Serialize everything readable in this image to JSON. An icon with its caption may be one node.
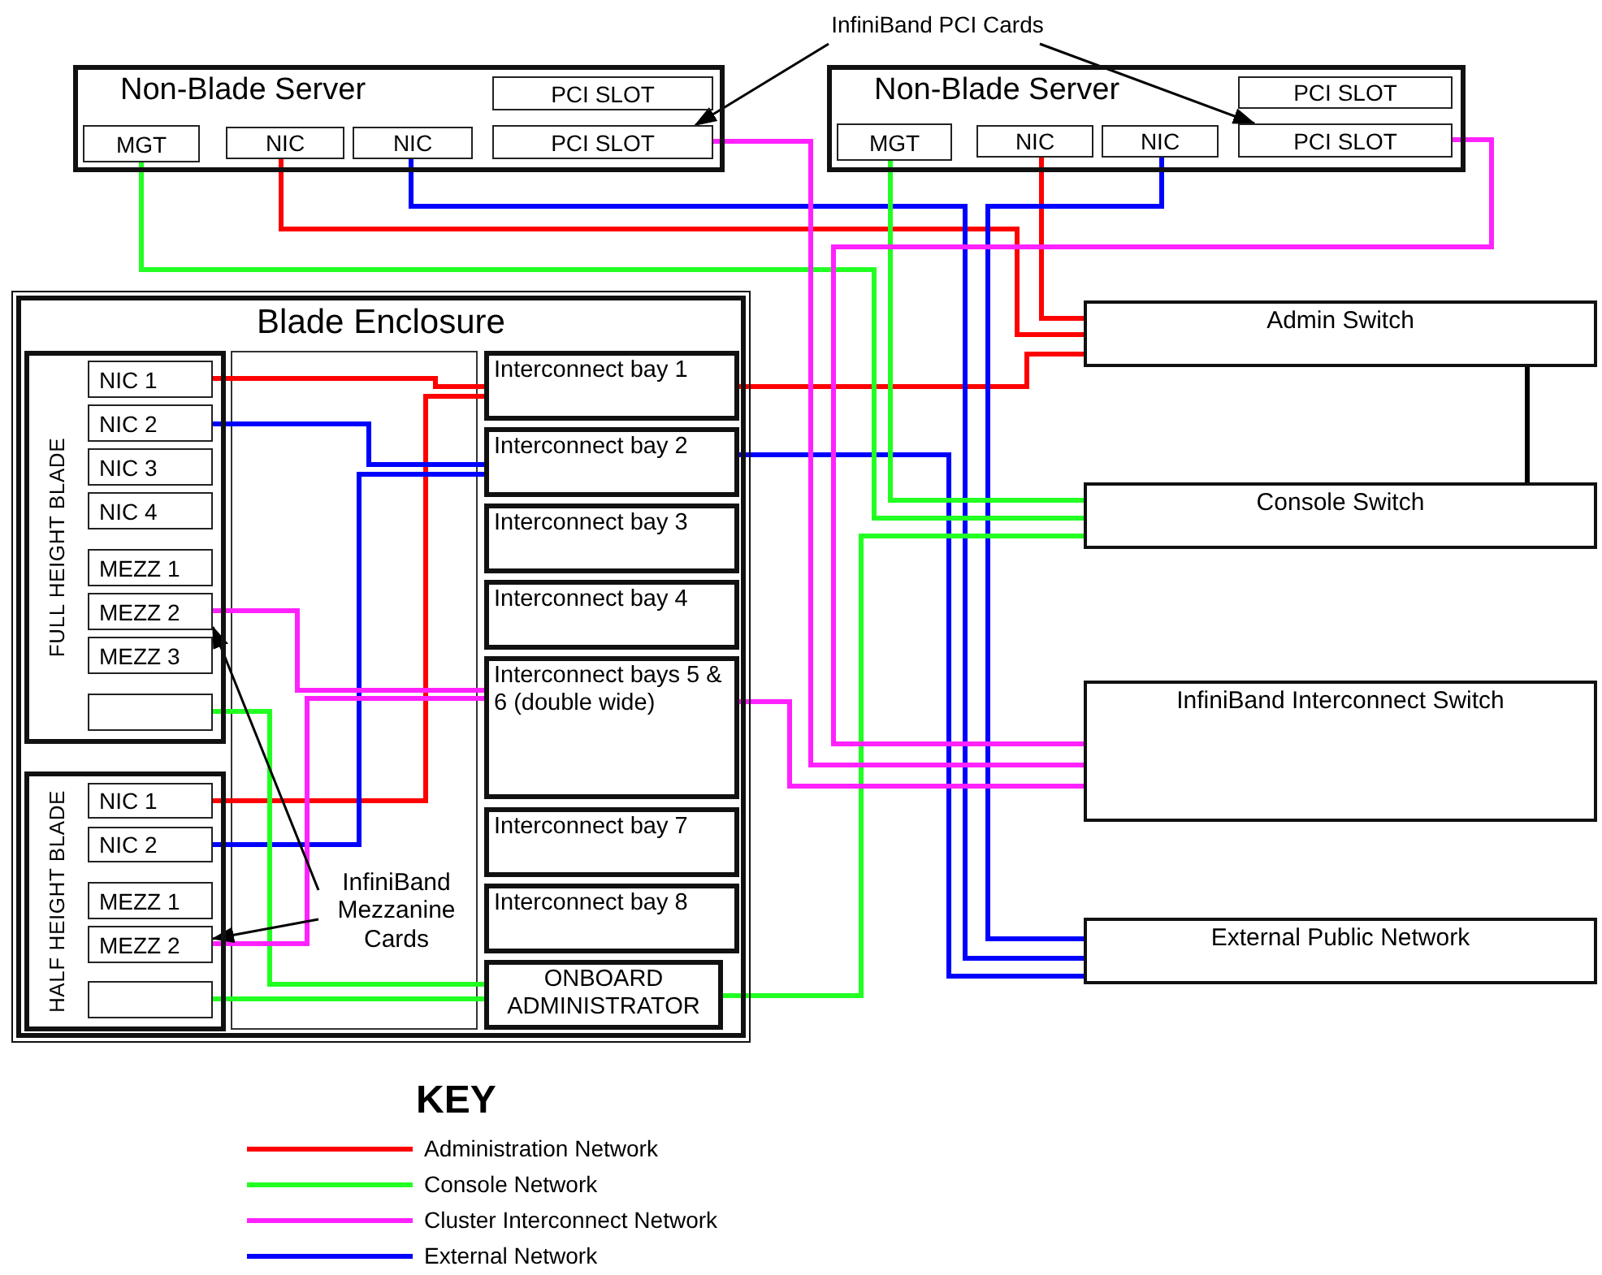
{
  "diagram": {
    "nodes": [
      {
        "text": [
          "Non-Blade Server"
        ]
      },
      {
        "text": [
          "PCI SLOT"
        ],
        "in": 0
      },
      {
        "text": [
          "MGT"
        ],
        "in": 0
      },
      {
        "text": [
          "NIC"
        ],
        "in": 0
      },
      {
        "text": [
          "NIC"
        ],
        "in": 0
      },
      {
        "text": [
          "PCI SLOT"
        ],
        "in": 0
      },
      {
        "text": [
          "Non-Blade Server"
        ]
      },
      {
        "text": [
          "PCI SLOT"
        ],
        "in": 6
      },
      {
        "text": [
          "MGT"
        ],
        "in": 6
      },
      {
        "text": [
          "NIC"
        ],
        "in": 6
      },
      {
        "text": [
          "NIC"
        ],
        "in": 6
      },
      {
        "text": [
          "PCI SLOT"
        ],
        "in": 6
      },
      {
        "text": [
          "Blade Enclosure"
        ]
      },
      {
        "text": [
          "FULL HEIGHT BLADE"
        ],
        "in": 12
      },
      {
        "text": [
          "NIC 1"
        ],
        "in": 13
      },
      {
        "text": [
          "NIC 2"
        ],
        "in": 13
      },
      {
        "text": [
          "NIC 3"
        ],
        "in": 13
      },
      {
        "text": [
          "NIC 4"
        ],
        "in": 13
      },
      {
        "text": [
          "MEZZ 1"
        ],
        "in": 13
      },
      {
        "text": [
          "MEZZ 2"
        ],
        "in": 13
      },
      {
        "text": [
          "MEZZ 3"
        ],
        "in": 13
      },
      {
        "text": [],
        "shape": "box",
        "in": 13
      },
      {
        "text": [
          "HALF HEIGHT BLADE"
        ],
        "in": 12
      },
      {
        "text": [
          "NIC 1"
        ],
        "in": 22
      },
      {
        "text": [
          "NIC 2"
        ],
        "in": 22
      },
      {
        "text": [
          "MEZZ 1"
        ],
        "in": 22
      },
      {
        "text": [
          "MEZZ 2"
        ],
        "in": 22
      },
      {
        "text": [],
        "shape": "box",
        "in": 22
      },
      {
        "text": [
          "Interconnect bay 1"
        ],
        "in": 12
      },
      {
        "text": [
          "Interconnect bay 2"
        ],
        "in": 12
      },
      {
        "text": [
          "Interconnect bay 3"
        ],
        "in": 12
      },
      {
        "text": [
          "Interconnect bay 4"
        ],
        "in": 12
      },
      {
        "text": [
          "Interconnect bays 5 & 6 (double wide)"
        ],
        "in": 12
      },
      {
        "text": [
          "Interconnect bay 7"
        ],
        "in": 12
      },
      {
        "text": [
          "Interconnect bay 8"
        ],
        "in": 12
      },
      {
        "text": [
          "ONBOARD ADMINISTRATOR"
        ],
        "in": 12
      },
      {
        "text": [
          "Admin Switch"
        ]
      },
      {
        "text": [
          "Console Switch"
        ]
      },
      {
        "text": [
          "InfiniBand Interconnect Switch"
        ]
      },
      {
        "text": [
          "External Public Network"
        ]
      },
      {
        "text": [
          "InfiniBand PCI Cards"
        ]
      },
      {
        "text": [
          "InfiniBand Mezzanine Cards"
        ],
        "in": 12
      }
    ],
    "edges": [
      {
        "from": 3,
        "to": 36,
        "arrow": "none",
        "color": "#ff0000"
      },
      {
        "from": 9,
        "to": 36,
        "arrow": "none",
        "color": "#ff0000"
      },
      {
        "from": 28,
        "to": 36,
        "arrow": "none",
        "color": "#ff0000"
      },
      {
        "from": 14,
        "to": 28,
        "arrow": "none",
        "color": "#ff0000"
      },
      {
        "from": 23,
        "to": 28,
        "arrow": "none",
        "color": "#ff0000"
      },
      {
        "from": 4,
        "to": 39,
        "arrow": "none",
        "color": "#0000ff"
      },
      {
        "from": 10,
        "to": 39,
        "arrow": "none",
        "color": "#0000ff"
      },
      {
        "from": 29,
        "to": 39,
        "arrow": "none",
        "color": "#0000ff"
      },
      {
        "from": 15,
        "to": 29,
        "arrow": "none",
        "color": "#0000ff"
      },
      {
        "from": 24,
        "to": 29,
        "arrow": "none",
        "color": "#0000ff"
      },
      {
        "from": 2,
        "to": 37,
        "arrow": "none",
        "color": "#22ff22"
      },
      {
        "from": 8,
        "to": 37,
        "arrow": "none",
        "color": "#22ff22"
      },
      {
        "from": 35,
        "to": 37,
        "arrow": "none",
        "color": "#22ff22"
      },
      {
        "from": 21,
        "to": 35,
        "arrow": "none",
        "color": "#22ff22"
      },
      {
        "from": 27,
        "to": 35,
        "arrow": "none",
        "color": "#22ff22"
      },
      {
        "from": 5,
        "to": 38,
        "arrow": "none",
        "color": "#ff22ff"
      },
      {
        "from": 11,
        "to": 38,
        "arrow": "none",
        "color": "#ff22ff"
      },
      {
        "from": 32,
        "to": 38,
        "arrow": "none",
        "color": "#ff22ff"
      },
      {
        "from": 19,
        "to": 32,
        "arrow": "none",
        "color": "#ff22ff"
      },
      {
        "from": 26,
        "to": 32,
        "arrow": "none",
        "color": "#ff22ff"
      },
      {
        "from": 36,
        "to": 37,
        "arrow": "none",
        "color": "#000000"
      },
      {
        "from": 40,
        "to": 5,
        "arrow": "to",
        "color": "#000000"
      },
      {
        "from": 40,
        "to": 11,
        "arrow": "to",
        "color": "#000000"
      },
      {
        "from": 41,
        "to": 19,
        "arrow": "to",
        "color": "#000000"
      },
      {
        "from": 41,
        "to": 26,
        "arrow": "to",
        "color": "#000000"
      }
    ],
    "labels": [
      "KEY"
    ],
    "legend": [
      {
        "text": "Administration Network",
        "color": "#ff0000"
      },
      {
        "text": "Console Network",
        "color": "#22ff22"
      },
      {
        "text": "Cluster Interconnect Network",
        "color": "#ff22ff"
      },
      {
        "text": "External Network",
        "color": "#0000ff"
      }
    ]
  }
}
